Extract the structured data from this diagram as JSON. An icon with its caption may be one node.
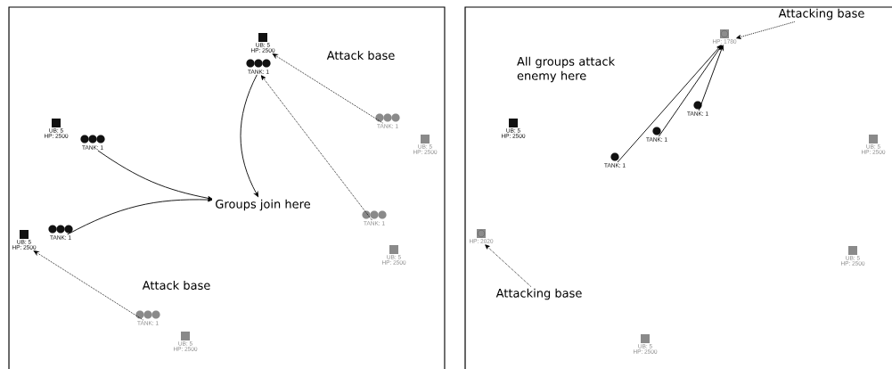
{
  "diagram": {
    "nodes": [
      {
        "text": [
          "UB: 5",
          "HP: 2500"
        ]
      },
      {
        "text": [
          "TANK: 1"
        ]
      },
      {
        "text": [
          "UB: 5",
          "HP: 2500"
        ]
      },
      {
        "text": [
          "TANK: 1"
        ]
      },
      {
        "text": [
          "Groups join here"
        ]
      },
      {
        "text": [
          "UB: 5",
          "HP: 2500"
        ]
      },
      {
        "text": [
          "TANK: 1"
        ]
      },
      {
        "text": [
          "TANK: 1"
        ]
      },
      {
        "text": [
          "UB: 5",
          "HP: 2500"
        ]
      },
      {
        "text": [
          "TANK: 1"
        ]
      },
      {
        "text": [
          "UB: 5",
          "HP: 2500"
        ]
      },
      {
        "text": [
          "TANK: 1"
        ]
      },
      {
        "text": [
          "UB: 5",
          "HP: 2500"
        ]
      },
      {
        "text": [
          "Attacking base"
        ]
      },
      {
        "text": [
          "HP: 1780"
        ]
      },
      {
        "text": [
          "UB: 5",
          "HP: 2500"
        ]
      },
      {
        "text": [
          "TANK: 1"
        ]
      },
      {
        "text": [
          "TANK: 1"
        ]
      },
      {
        "text": [
          "TANK: 1"
        ]
      },
      {
        "text": [
          "UB: 5",
          "HP: 2500"
        ]
      },
      {
        "text": [
          "HP: 2020"
        ]
      },
      {
        "text": [
          "Attacking base"
        ]
      },
      {
        "text": [
          "UB: 5",
          "HP: 2500"
        ]
      },
      {
        "text": [
          "UB: 5",
          "HP: 2500"
        ]
      }
    ],
    "edges": [
      {
        "from": 1,
        "to": 4,
        "arrow": "to"
      },
      {
        "from": 3,
        "to": 4,
        "arrow": "to"
      },
      {
        "from": 6,
        "to": 4,
        "arrow": "to"
      },
      {
        "from": 7,
        "to": 0,
        "arrow": "to",
        "style": "dashed"
      },
      {
        "from": 9,
        "to": 1,
        "arrow": "to",
        "style": "dashed"
      },
      {
        "from": 11,
        "to": 5,
        "arrow": "to",
        "style": "dashed"
      },
      {
        "from": 16,
        "to": 14,
        "arrow": "to"
      },
      {
        "from": 17,
        "to": 14,
        "arrow": "to"
      },
      {
        "from": 18,
        "to": 14,
        "arrow": "to"
      },
      {
        "from": 13,
        "to": 14,
        "arrow": "to",
        "style": "dashed"
      },
      {
        "from": 21,
        "to": 20,
        "arrow": "to",
        "style": "dashed"
      }
    ],
    "labels": [
      "Attack base",
      "Attack base",
      "All groups attack enemy here"
    ]
  }
}
